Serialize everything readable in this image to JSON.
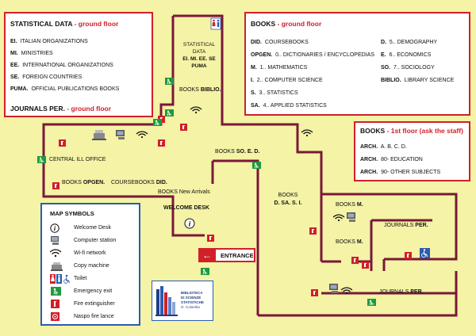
{
  "stat_box": {
    "title": "STATISTICAL DATA",
    "title_suffix": "- ground floor",
    "items": [
      {
        "code": "EI.",
        "text": "ITALIAN ORGANIZATIONS"
      },
      {
        "code": "MI.",
        "text": "MINISTRIES"
      },
      {
        "code": "EE.",
        "text": "INTERNATIONAL ORGANIZATIONS"
      },
      {
        "code": "SE.",
        "text": "FOREIGN COUNTRIES"
      },
      {
        "code": "PUMA.",
        "text": "OFFICIAL PUBLICATIONS BOOKS"
      }
    ],
    "journals_title": "JOURNALS PER.",
    "journals_suffix": "- ground floor"
  },
  "books_box": {
    "title": "BOOKS",
    "title_suffix": "- ground floor",
    "left_items": [
      {
        "code": "DID.",
        "text": "COURSEBOOKS"
      },
      {
        "code": "OPGEN.",
        "text": "0.. DICTIONARIES / ENCYCLOPEDIAS"
      },
      {
        "code": "M.",
        "text": "1.. MATHEMATICS"
      },
      {
        "code": "I.",
        "text": "2.. COMPUTER SCIENCE"
      },
      {
        "code": "S.",
        "text": "3.. STATISTICS"
      },
      {
        "code": "SA.",
        "text": "4.. APPLIED STATISTICS"
      }
    ],
    "right_items": [
      {
        "code": "D.",
        "text": "5.. DEMOGRAPHY"
      },
      {
        "code": "E.",
        "text": "6.. ECONOMICS"
      },
      {
        "code": "SO.",
        "text": "7.. SOCIOLOGY"
      },
      {
        "code": "BIBLIO.",
        "text": "LIBRARY SCIENCE"
      }
    ]
  },
  "first_floor_box": {
    "title": "BOOKS",
    "title_suffix": "- 1st floor (ask the staff)",
    "items": [
      {
        "code": "ARCH.",
        "text": "A. B. C. D."
      },
      {
        "code": "ARCH.",
        "text": "80- EDUCATION"
      },
      {
        "code": "ARCH.",
        "text": "90- OTHER SUBJECTS"
      }
    ]
  },
  "map_labels": {
    "statistical_data_1": "STATISTICAL",
    "statistical_data_2": "DATA",
    "stat_codes_1": "EI. MI. EE. SE",
    "stat_codes_2": "PUMA",
    "books_biblio_pre": "BOOKS",
    "books_biblio_code": "BIBLIO.",
    "central_ill": "CENTRAL ILL OFFICE",
    "books_opgen_pre": "BOOKS",
    "books_opgen_code": "OPGEN.",
    "coursebooks_pre": "COURSEBOOKS",
    "coursebooks_code": "DID.",
    "new_arrivals": "BOOKS New Arrivals",
    "welcome_desk": "WELCOME DESK",
    "books_soed_pre": "BOOKS",
    "books_soed_code": "SO. E. D.",
    "books_dsasi_1": "BOOKS",
    "books_dsasi_2": "D. SA. S. I.",
    "books_m_1_pre": "BOOKS",
    "books_m_1_code": "M.",
    "books_m_2_pre": "BOOKS",
    "books_m_2_code": "M.",
    "journals_per_1_pre": "JOURNALS",
    "journals_per_1_code": "PER.",
    "journals_per_2_pre": "JOURNALS",
    "journals_per_2_code": "PER.",
    "entrance": "ENTRANCE"
  },
  "map_symbols": {
    "title": "MAP SYMBOLS",
    "items": [
      {
        "icon": "info-icon",
        "label": "Welcome Desk"
      },
      {
        "icon": "computer-icon",
        "label": "Computer station"
      },
      {
        "icon": "wifi-icon",
        "label": "Wi-fi network"
      },
      {
        "icon": "copy-machine-icon",
        "label": "Copy machine"
      },
      {
        "icon": "toilet-icon",
        "label": "Toilet"
      },
      {
        "icon": "emergency-exit-icon",
        "label": "Emergency exit"
      },
      {
        "icon": "fire-extinguisher-icon",
        "label": "Fire extinguisher"
      },
      {
        "icon": "fire-lance-icon",
        "label": "Naspo fire lance"
      }
    ]
  },
  "logo": {
    "line1": "BIBLIOTECA",
    "line2": "DI SCIENZE",
    "line3": "STATISTICHE",
    "line4": "G. Colombo"
  },
  "colors": {
    "background": "#f4f3a6",
    "wall": "#7a1838",
    "accent_red": "#d0202a",
    "legend_blue": "#2a5db0",
    "exit_green": "#1f9a3e"
  }
}
